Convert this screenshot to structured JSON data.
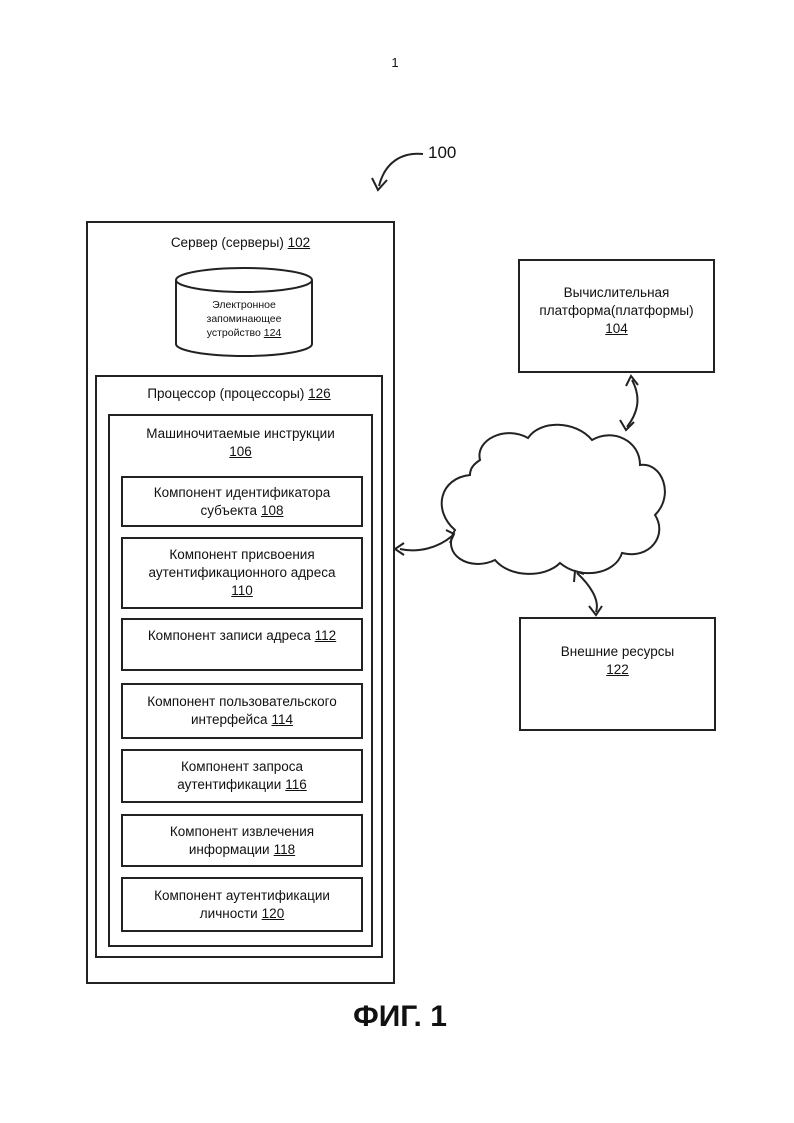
{
  "page_number": "1",
  "figure_ref": "100",
  "server": {
    "label": "Сервер (серверы)",
    "ref": "102"
  },
  "storage": {
    "line1": "Электронное",
    "line2": "запоминающее",
    "line3": "устройство",
    "ref": "124"
  },
  "processor": {
    "label": "Процессор (процессоры)",
    "ref": "126"
  },
  "instructions": {
    "label": "Машиночитаемые инструкции",
    "ref": "106"
  },
  "components": [
    {
      "line1": "Компонент идентификатора",
      "line2": "субъекта",
      "ref": "108"
    },
    {
      "line1": "Компонент присвоения",
      "line2": "аутентификационного адреса",
      "ref": "110"
    },
    {
      "line1": "Компонент записи адреса",
      "line2": "",
      "ref": "112"
    },
    {
      "line1": "Компонент пользовательского",
      "line2": "интерфейса",
      "ref": "114"
    },
    {
      "line1": "Компонент запроса",
      "line2": "аутентификации",
      "ref": "116"
    },
    {
      "line1": "Компонент извлечения",
      "line2": "информации",
      "ref": "118"
    },
    {
      "line1": "Компонент аутентификации",
      "line2": "личности",
      "ref": "120"
    }
  ],
  "computing_platform": {
    "line1": "Вычислительная",
    "line2": "платформа(платформы)",
    "ref": "104"
  },
  "external_resources": {
    "label": "Внешние ресурсы",
    "ref": "122"
  },
  "caption": "ФИГ. 1"
}
